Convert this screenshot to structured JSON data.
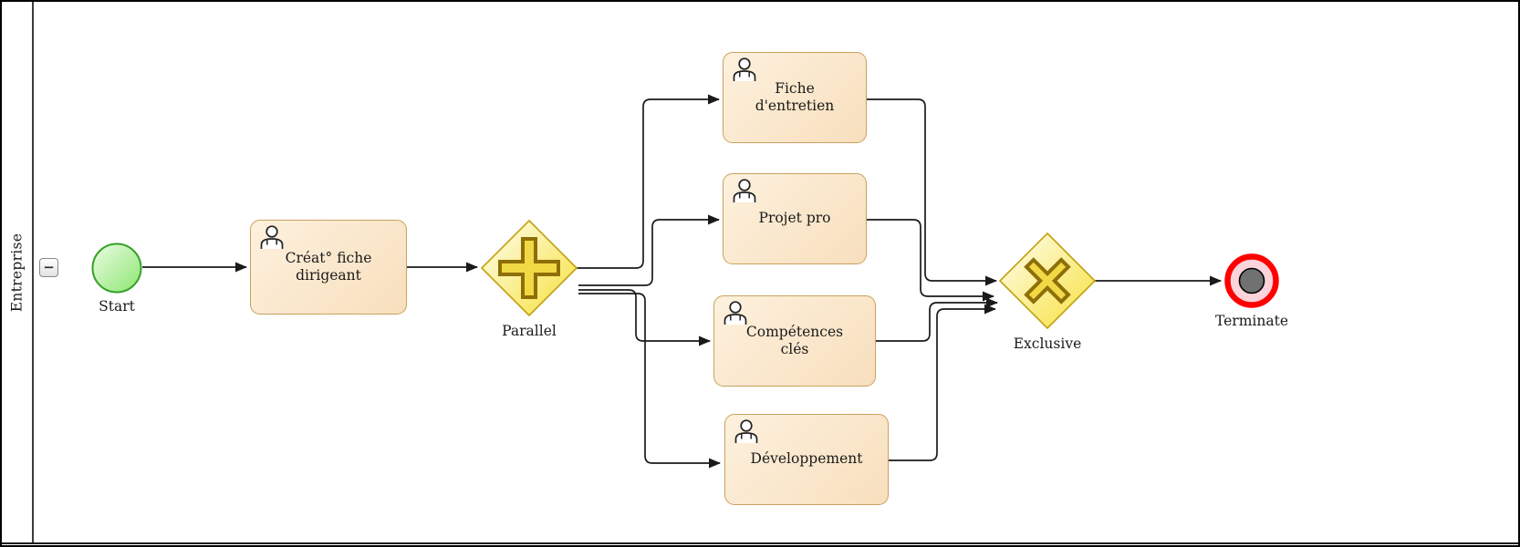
{
  "pool": {
    "label": "Entreprise",
    "collapse_button_glyph": "−"
  },
  "events": {
    "start": {
      "label": "Start",
      "type": "start-event"
    },
    "terminate": {
      "label": "Terminate",
      "type": "terminate-end-event"
    }
  },
  "gateways": {
    "parallel": {
      "label": "Parallel",
      "type": "parallel-gateway"
    },
    "exclusive": {
      "label": "Exclusive",
      "type": "exclusive-gateway"
    }
  },
  "tasks": {
    "creation": {
      "label": "Créat° fiche dirigeant",
      "icon": "user-icon"
    },
    "fiche": {
      "label": "Fiche d'entretien",
      "icon": "user-icon"
    },
    "projet": {
      "label": "Projet pro",
      "icon": "user-icon"
    },
    "competences": {
      "label": "Compétences clés",
      "icon": "user-icon"
    },
    "developpement": {
      "label": "Développement",
      "icon": "user-icon"
    }
  },
  "flows": [
    {
      "from": "start",
      "to": "creation"
    },
    {
      "from": "creation",
      "to": "parallel"
    },
    {
      "from": "parallel",
      "to": "fiche"
    },
    {
      "from": "parallel",
      "to": "projet"
    },
    {
      "from": "parallel",
      "to": "competences"
    },
    {
      "from": "parallel",
      "to": "developpement"
    },
    {
      "from": "fiche",
      "to": "exclusive"
    },
    {
      "from": "projet",
      "to": "exclusive"
    },
    {
      "from": "competences",
      "to": "exclusive"
    },
    {
      "from": "developpement",
      "to": "exclusive"
    },
    {
      "from": "exclusive",
      "to": "terminate"
    }
  ],
  "colors": {
    "task_fill": "#f9e4c4",
    "task_border": "#c9a15e",
    "gateway_fill": "#f7e03a",
    "gateway_border": "#c2a011",
    "gateway_symbol": "#8d6e08",
    "start_fill": "#9ae980",
    "start_border": "#36a126",
    "terminate_ring": "#ff0000",
    "terminate_inner": "#717171",
    "flow_line": "#1a1a1a"
  }
}
